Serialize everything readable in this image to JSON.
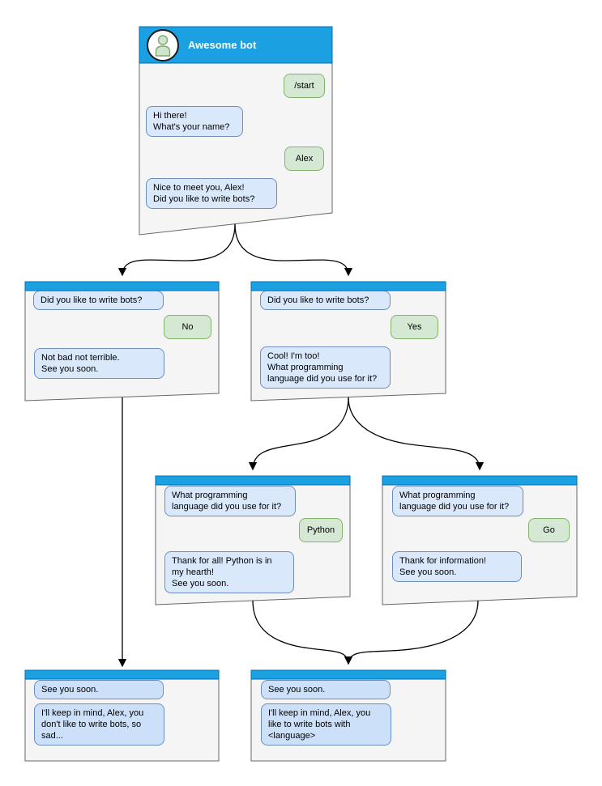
{
  "colors": {
    "header_blue": "#1BA1E2",
    "header_border_blue": "#006EAF",
    "window_bg": "#F5F5F5",
    "window_border": "#666666",
    "bot_bubble_bg": "#DAE8FC",
    "bot_bubble_border": "#6C8EBF",
    "final_bot_bubble_bg": "#CCE0FA",
    "user_bubble_bg": "#D5E8D4",
    "user_bubble_border": "#82B366",
    "arrow_color": "#000000",
    "title_text": "#ffffff"
  },
  "icons": {
    "avatar": "person-icon"
  },
  "windows": {
    "root": {
      "title": "Awesome bot",
      "messages": [
        {
          "from": "user",
          "text": "/start"
        },
        {
          "from": "bot",
          "text": "Hi there!\nWhat's your name?"
        },
        {
          "from": "user",
          "text": "Alex"
        },
        {
          "from": "bot",
          "text": "Nice to meet you, Alex!\nDid you like to write bots?"
        }
      ]
    },
    "branch_no": {
      "messages": [
        {
          "from": "bot",
          "text": "Did you like to write bots?"
        },
        {
          "from": "user",
          "text": "No"
        },
        {
          "from": "bot",
          "text": "Not bad not terrible.\nSee you soon."
        }
      ]
    },
    "branch_yes": {
      "messages": [
        {
          "from": "bot",
          "text": "Did you like to write bots?"
        },
        {
          "from": "user",
          "text": "Yes"
        },
        {
          "from": "bot",
          "text": "Cool! I'm too!\nWhat programming\nlanguage did you use for it?"
        }
      ]
    },
    "branch_python": {
      "messages": [
        {
          "from": "bot",
          "text": "What programming\nlanguage did you use for it?"
        },
        {
          "from": "user",
          "text": "Python"
        },
        {
          "from": "bot",
          "text": "Thank for all! Python is in\nmy hearth!\nSee you soon."
        }
      ]
    },
    "branch_go": {
      "messages": [
        {
          "from": "bot",
          "text": "What programming\nlanguage did you use for it?"
        },
        {
          "from": "user",
          "text": "Go"
        },
        {
          "from": "bot",
          "text": "Thank for information!\nSee you soon."
        }
      ]
    },
    "end_no": {
      "messages": [
        {
          "from": "bot",
          "text": "See you soon."
        },
        {
          "from": "bot",
          "text": "I'll keep in mind, Alex, you\ndon't like to write bots, so\nsad..."
        }
      ]
    },
    "end_yes": {
      "messages": [
        {
          "from": "bot",
          "text": "See you soon."
        },
        {
          "from": "bot",
          "text": "I'll keep in mind, Alex, you\nlike to write bots with\n<language>"
        }
      ]
    }
  }
}
